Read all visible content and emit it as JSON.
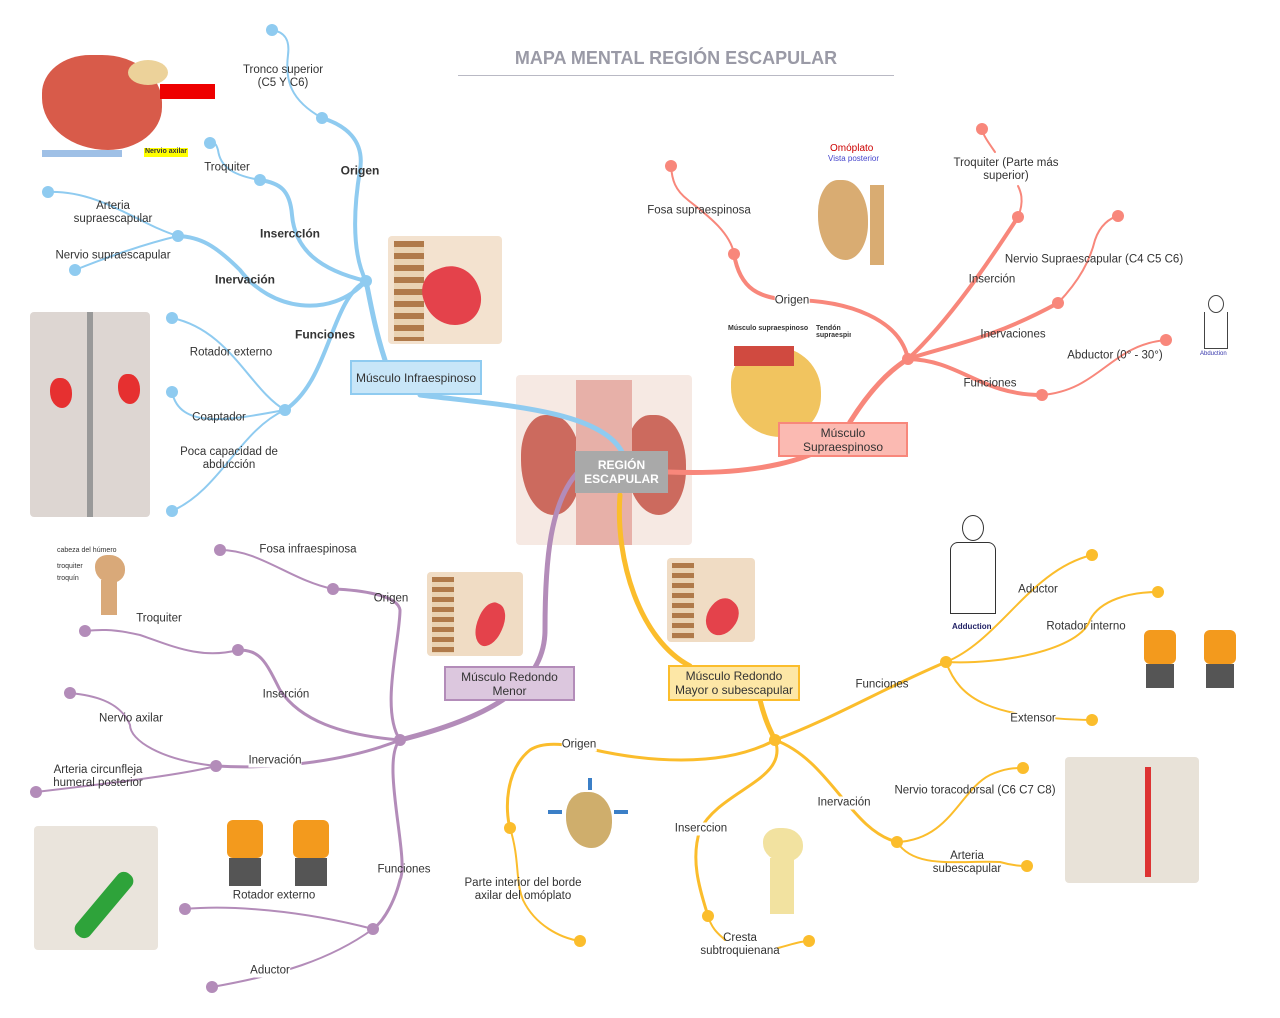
{
  "title": "MAPA MENTAL REGIÓN ESCAPULAR",
  "colors": {
    "infraespinoso": "#8fcbf0",
    "supraespinoso": "#f8877b",
    "redondo_menor": "#b38cb9",
    "redondo_mayor": "#fbbd2c",
    "center": "#a9a9a9"
  },
  "center": {
    "label": "REGIÓN ESCAPULAR"
  },
  "infraespinoso": {
    "label": "Músculo Infraespinoso",
    "origen": {
      "label": "Origen",
      "items": [
        "Tronco superior (C5 Y C6)"
      ]
    },
    "insercion": {
      "label": "InserccIón",
      "items": [
        "Troquiter"
      ]
    },
    "inervacion": {
      "label": "Inervación",
      "items": [
        "Arteria supraescapular",
        "Nervio supraescapular"
      ]
    },
    "funciones": {
      "label": "Funciones",
      "items": [
        "Rotador externo",
        "Coaptador",
        "Poca capacidad de abducción"
      ]
    },
    "image_text": {
      "nervio": "Nervio axilar"
    }
  },
  "supraespinoso": {
    "label": "Músculo Supraespinoso",
    "origen": {
      "label": "Origen",
      "items": [
        "Fosa supraespinosa"
      ]
    },
    "insercion": {
      "label": "Inserción",
      "items": [
        "Troquiter (Parte más superior)"
      ]
    },
    "inervaciones": {
      "label": "Inervaciones",
      "items": [
        "Nervio Supraescapular (C4 C5 C6)"
      ]
    },
    "funciones": {
      "label": "Funciones",
      "items": [
        "Abductor (0° - 30°)"
      ]
    },
    "image_text": {
      "omoplato": "Omóplato",
      "vista": "Vista posterior",
      "musculo": "Músculo supraespinoso",
      "tendon": "Tendón supraespinoso",
      "abduction": "Abduction"
    }
  },
  "redondo_menor": {
    "label": "Músculo Redondo Menor",
    "origen": {
      "label": "Origen",
      "items": [
        "Fosa infraespinosa"
      ]
    },
    "insercion": {
      "label": "Inserción",
      "items": [
        "Troquiter"
      ]
    },
    "inervacion": {
      "label": "Inervación",
      "items": [
        "Nervio axilar",
        "Arteria circunfleja humeral posterior"
      ]
    },
    "funciones": {
      "label": "Funciones",
      "items": [
        "Rotador externo",
        "Aductor"
      ]
    },
    "image_text": {
      "cabeza": "cabeza del húmero",
      "troquiter": "troquiter",
      "troquin": "troquín"
    }
  },
  "redondo_mayor": {
    "label": "Músculo Redondo Mayor o subescapular",
    "origen": {
      "label": "Origen",
      "items": [
        "Parte interior del borde axilar del omóplato"
      ]
    },
    "insercion": {
      "label": "Inserccion",
      "items": [
        "Cresta subtroquienana"
      ]
    },
    "inervacion": {
      "label": "Inervación",
      "items": [
        "Nervio toracodorsal (C6 C7 C8)",
        "Arteria subescapular"
      ]
    },
    "funciones": {
      "label": "Funciones",
      "items": [
        "Aductor",
        "Rotador interno",
        "Extensor"
      ]
    },
    "image_text": {
      "adduction": "Adduction"
    }
  }
}
